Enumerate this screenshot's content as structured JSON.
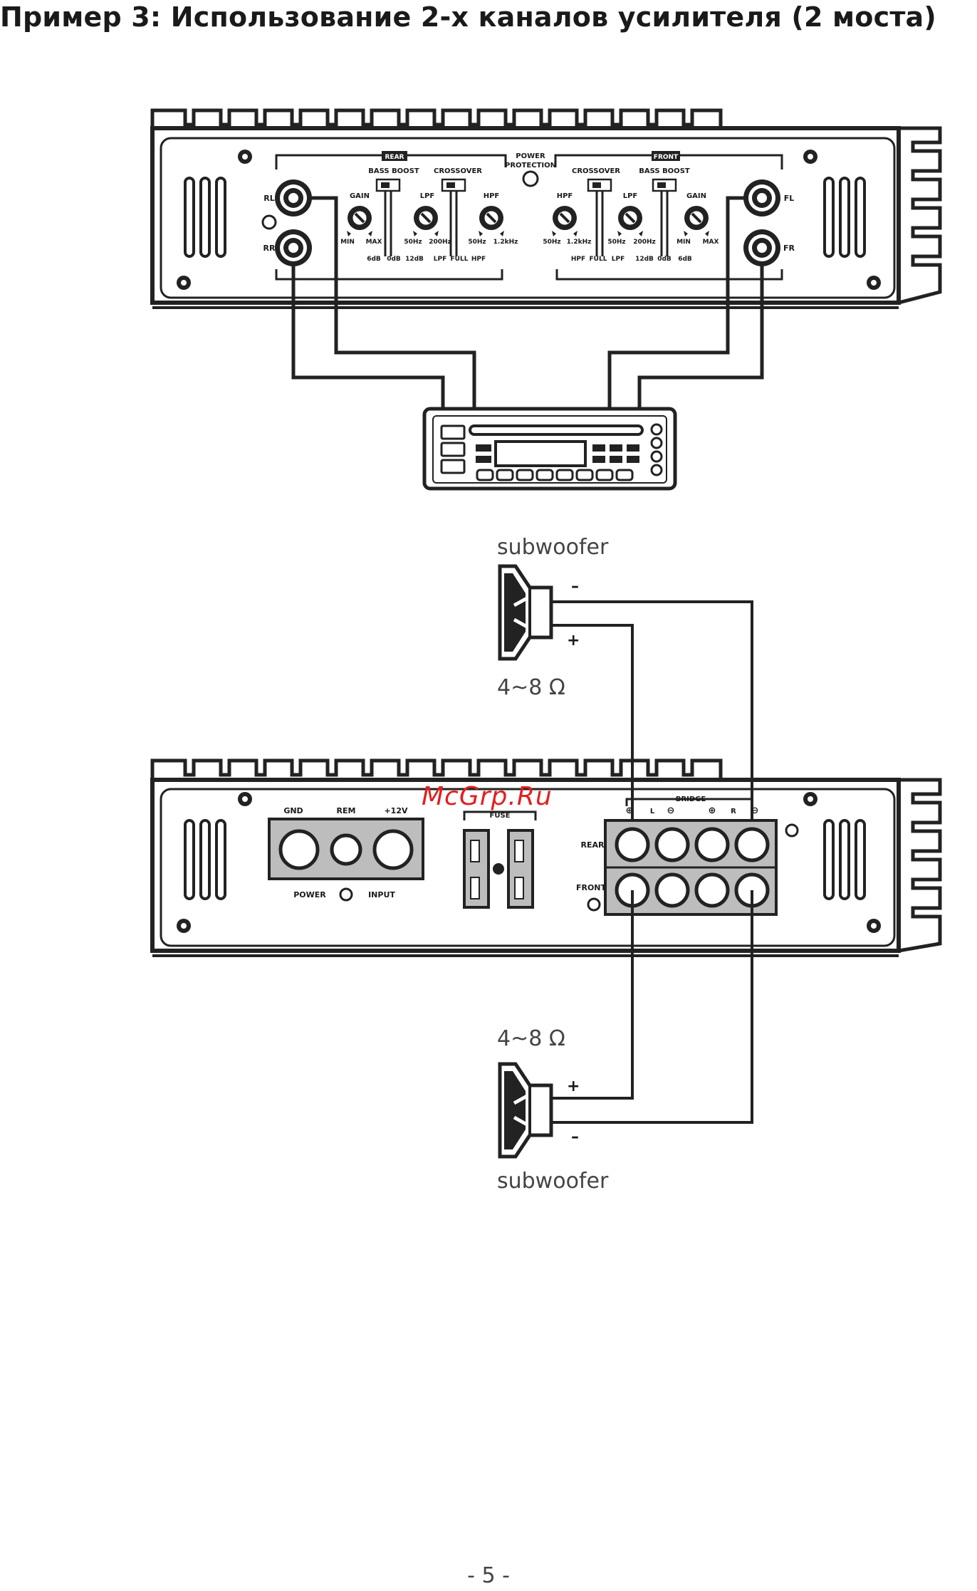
{
  "page": {
    "title": "Пример 3: Использование 2-х каналов усилителя (2 моста)",
    "page_number": "- 5 -",
    "watermark": "McGrp.Ru"
  },
  "top_amp": {
    "section_rear": "REAR",
    "section_front": "FRONT",
    "power_protection_1": "POWER",
    "power_protection_2": "PROTECTION",
    "rear_inputs": [
      "RL",
      "RR"
    ],
    "front_inputs": [
      "FL",
      "FR"
    ],
    "rear_controls": {
      "bass_boost": "BASS BOOST",
      "crossover": "CROSSOVER",
      "gain": "GAIN",
      "lpf": "LPF",
      "hpf": "HPF",
      "gain_min": "MIN",
      "gain_max": "MAX",
      "lpf_min": "50Hz",
      "lpf_max": "200Hz",
      "hpf_min": "50Hz",
      "hpf_max": "1.2kHz",
      "bb_values": [
        "6dB",
        "0dB",
        "12dB"
      ],
      "xo_values": [
        "LPF",
        "FULL",
        "HPF"
      ]
    },
    "front_controls": {
      "bass_boost": "BASS BOOST",
      "crossover": "CROSSOVER",
      "gain": "GAIN",
      "lpf": "LPF",
      "hpf": "HPF",
      "gain_min": "MIN",
      "gain_max": "MAX",
      "lpf_min": "50Hz",
      "lpf_max": "200Hz",
      "hpf_min": "50Hz",
      "hpf_max": "1.2kHz",
      "bb_values": [
        "12dB",
        "0dB",
        "6dB"
      ],
      "xo_values": [
        "HPF",
        "FULL",
        "LPF"
      ]
    }
  },
  "subwoofer_top": {
    "label": "subwoofer",
    "minus": "–",
    "plus": "+",
    "impedance": "4~8 Ω"
  },
  "bottom_amp": {
    "gnd": "GND",
    "rem": "REM",
    "plus12": "+12V",
    "power": "POWER",
    "input": "INPUT",
    "fuse": "FUSE",
    "bridge": "BRIDGE",
    "l": "L",
    "r": "R",
    "rear": "REAR",
    "front": "FRONT",
    "pos": "⊕",
    "neg": "⊖"
  },
  "subwoofer_bottom": {
    "label": "subwoofer",
    "minus": "–",
    "plus": "+",
    "impedance": "4~8 Ω"
  }
}
